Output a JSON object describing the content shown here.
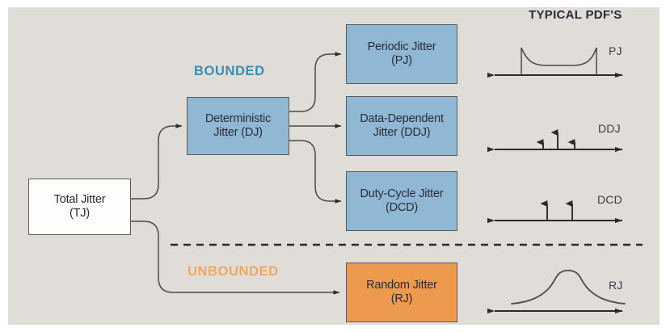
{
  "figure": {
    "background_color": "#e0dcd8",
    "page_color": "#ffffff",
    "accent_bounded": "#3b8db8",
    "accent_unbounded": "#f0a860",
    "box_blue": "#90b8d4",
    "box_orange": "#ee9a4e",
    "box_white": "#fdfdfb",
    "line_color": "#4a4a4a"
  },
  "headers": {
    "pdf_column": "TYPICAL PDF'S"
  },
  "group_labels": {
    "bounded": "BOUNDED",
    "unbounded": "UNBOUNDED"
  },
  "nodes": {
    "total_jitter": {
      "line1": "Total Jitter",
      "line2": "(TJ)"
    },
    "deterministic_jitter": {
      "line1": "Deterministic",
      "line2": "Jitter (DJ)"
    },
    "periodic_jitter": {
      "line1": "Periodic Jitter",
      "line2": "(PJ)"
    },
    "data_dependent_jitter": {
      "line1": "Data-Dependent",
      "line2": "Jitter (DDJ)"
    },
    "duty_cycle_jitter": {
      "line1": "Duty-Cycle Jitter",
      "line2": "(DCD)"
    },
    "random_jitter": {
      "line1": "Random Jitter",
      "line2": "(RJ)"
    }
  },
  "pdf_plots": [
    {
      "label": "PJ",
      "shape": "bathtub"
    },
    {
      "label": "DDJ",
      "shape": "three-impulses"
    },
    {
      "label": "DCD",
      "shape": "two-impulses"
    },
    {
      "label": "RJ",
      "shape": "gaussian"
    }
  ],
  "chart_data": {
    "type": "diagram",
    "title": "Jitter classification with typical probability density functions",
    "hierarchy": {
      "root": "Total Jitter (TJ)",
      "children": [
        {
          "name": "Deterministic Jitter (DJ)",
          "category": "BOUNDED",
          "children": [
            "Periodic Jitter (PJ)",
            "Data-Dependent Jitter (DDJ)",
            "Duty-Cycle Jitter (DCD)"
          ]
        },
        {
          "name": "Random Jitter (RJ)",
          "category": "UNBOUNDED",
          "children": []
        }
      ]
    },
    "pdf_descriptions": [
      {
        "label": "PJ",
        "shape": "bathtub/U-shaped bounded PDF with two vertical edges"
      },
      {
        "label": "DDJ",
        "shape": "three discrete impulses, center tallest"
      },
      {
        "label": "DCD",
        "shape": "two discrete impulses of equal height"
      },
      {
        "label": "RJ",
        "shape": "Gaussian bell curve, unbounded tails"
      }
    ]
  }
}
